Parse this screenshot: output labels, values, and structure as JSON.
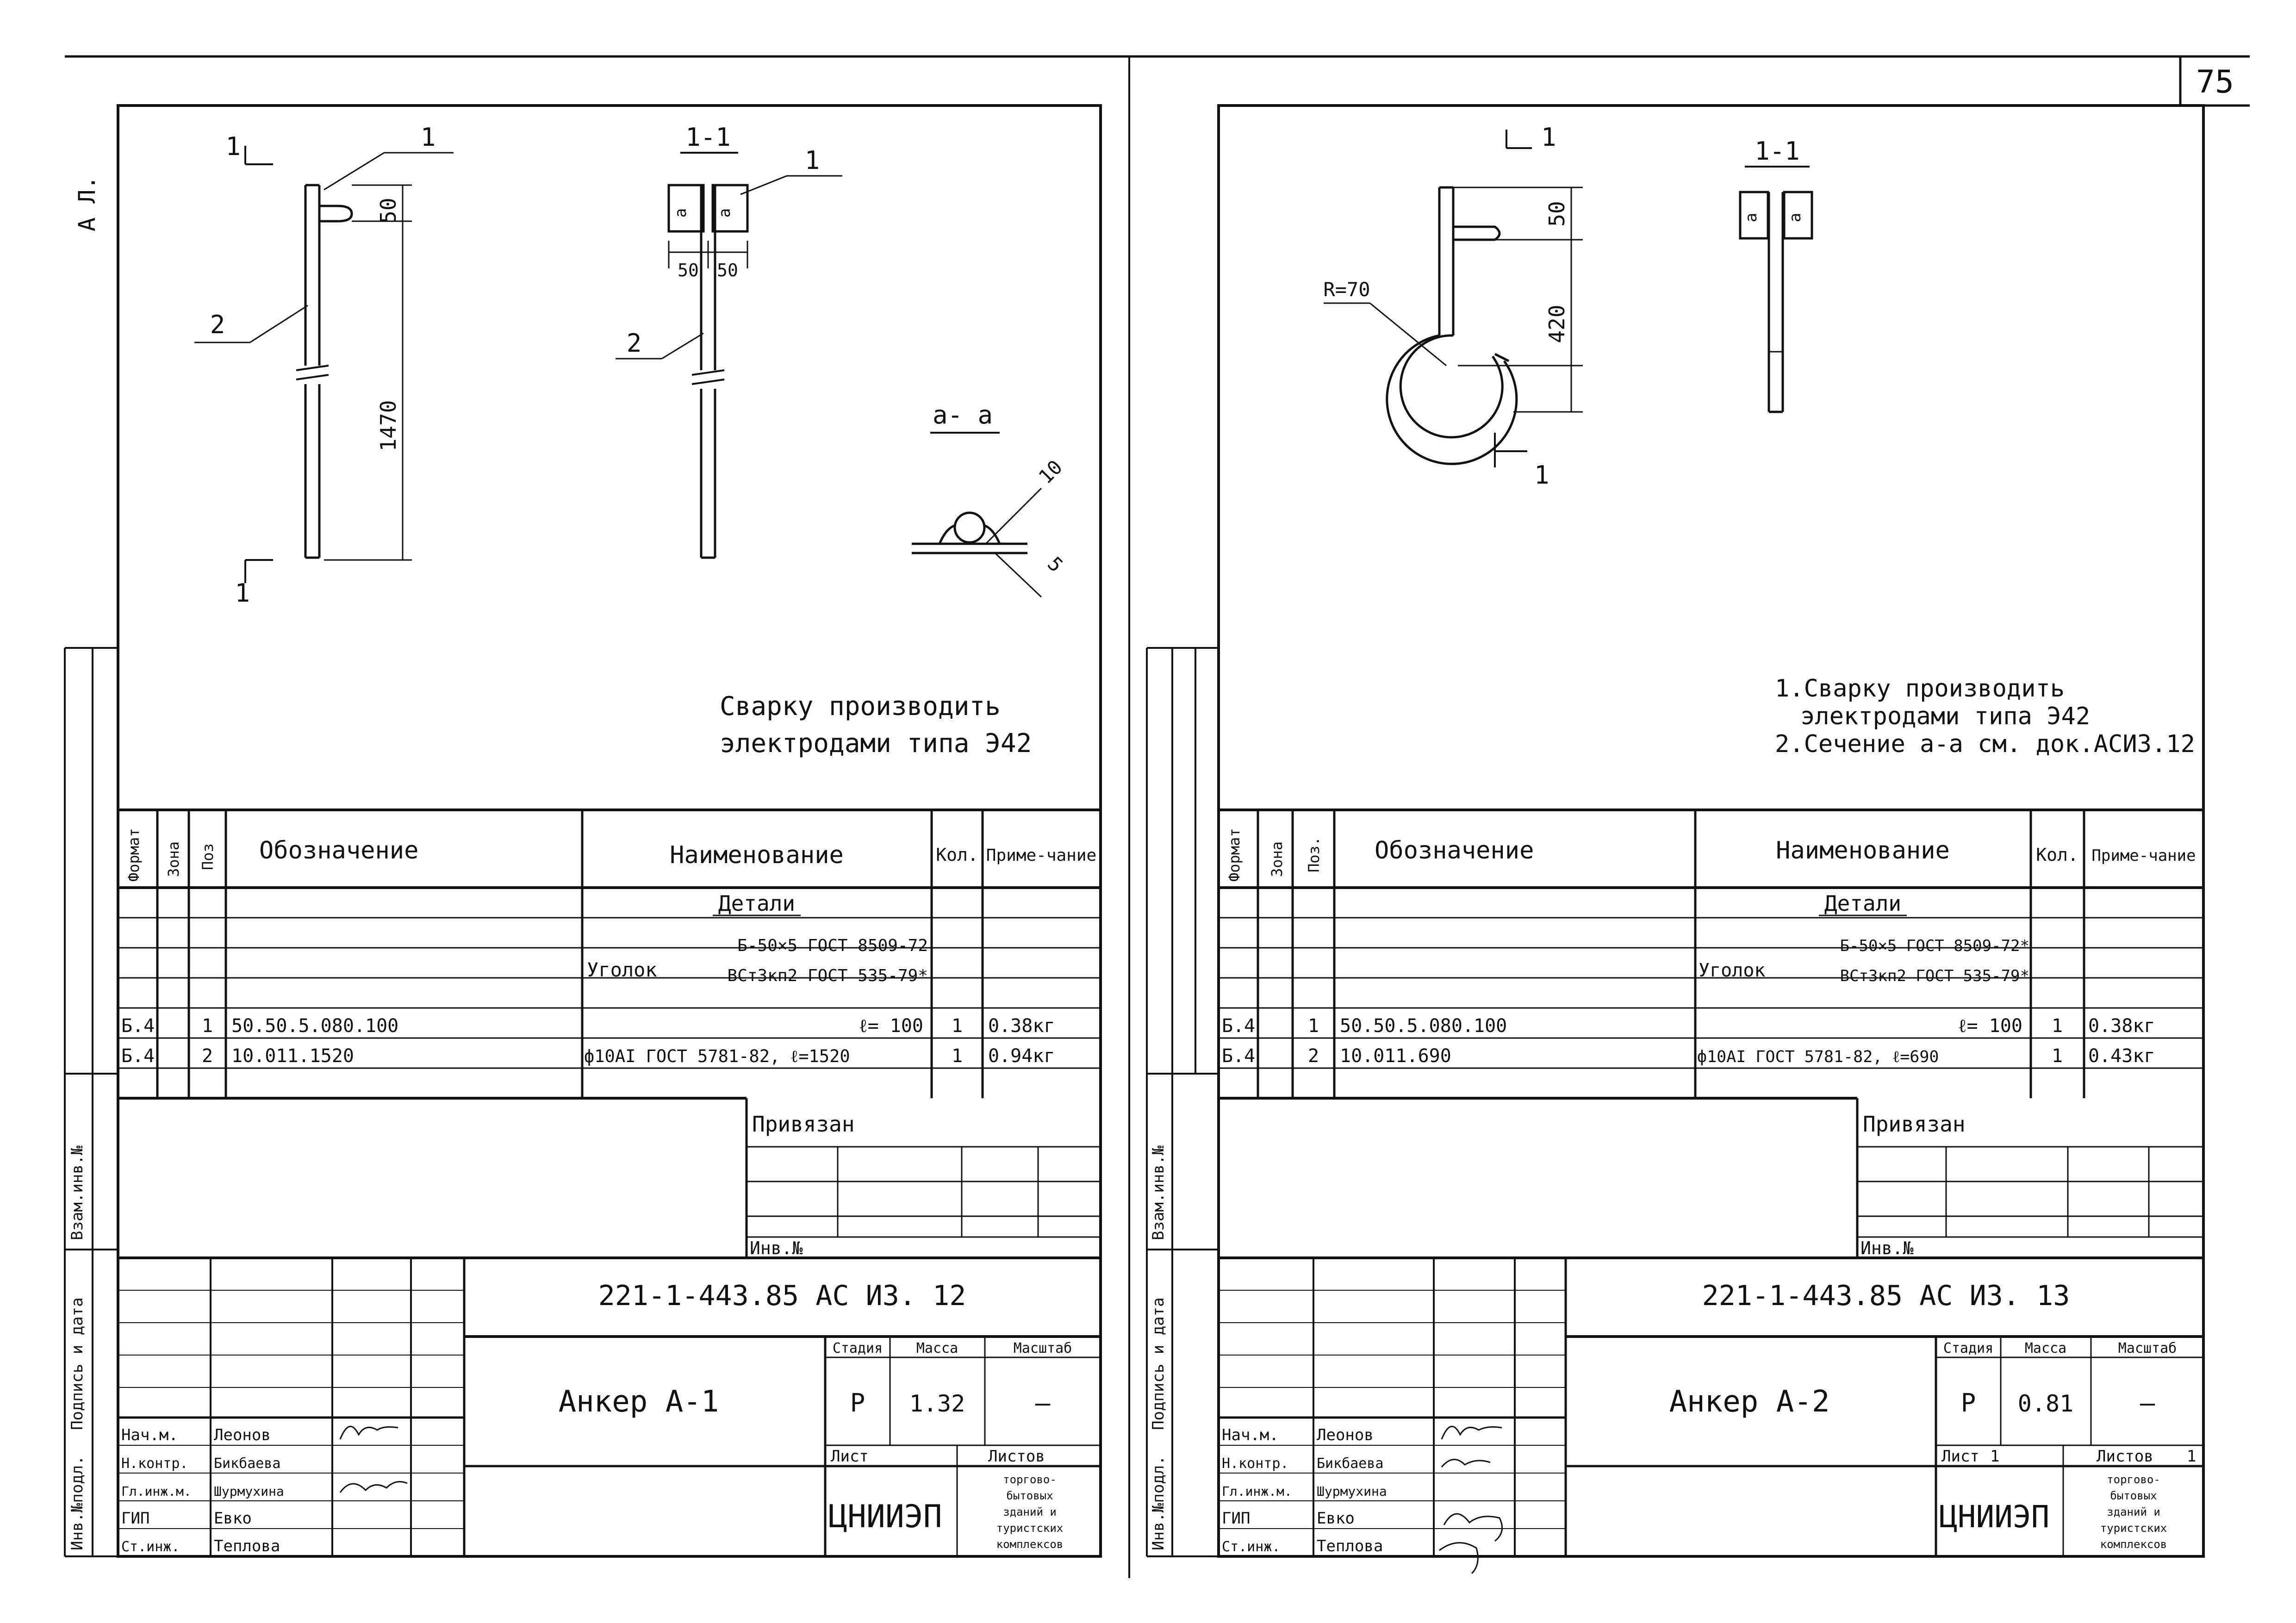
{
  "page_number": "75",
  "sheets": [
    {
      "id": "left",
      "corner_mark": "А Л.",
      "drawing": {
        "view_label": "1-1",
        "section_label": "а- а",
        "cut_mark": "1",
        "weld_label": "а",
        "callouts": [
          "1",
          "2"
        ],
        "dims": {
          "top": "50",
          "length": "1470",
          "w1": "50",
          "w2": "50",
          "weld_leg": "10",
          "weld_gap": "5"
        }
      },
      "notes": [
        "Сварку производить",
        "электродами типа Э42"
      ],
      "spec": {
        "headers": {
          "format": "Формат",
          "zone": "Зона",
          "pos": "Поз",
          "designation": "Обозначение",
          "name": "Наименование",
          "qty": "Кол.",
          "note": "Приме-чание"
        },
        "section": "Детали",
        "angle_label": "Уголок",
        "angle_line1": "Б-50×5 ГОСТ 8509-72",
        "angle_line2": "ВСт3кп2 ГОСТ 535-79*",
        "rows": [
          {
            "format": "Б.4",
            "pos": "1",
            "designation": "50.50.5.080.100",
            "name": "ℓ= 100",
            "qty": "1",
            "note": "0.38кг"
          },
          {
            "format": "Б.4",
            "pos": "2",
            "designation": "10.011.1520",
            "name": "ф10АI ГОСТ 5781-82, ℓ=1520",
            "qty": "1",
            "note": "0.94кг"
          }
        ]
      },
      "bound": {
        "title": "Привязан",
        "inv": "Инв.№"
      },
      "side_labels": [
        "Инв.№подл.",
        "Подпись и дата",
        "Взам.инв.№"
      ],
      "title_block": {
        "code": "221-1-443.85 АС ИЗ. 12",
        "title": "Анкер А-1",
        "stage_h": "Стадия",
        "mass_h": "Масса",
        "scale_h": "Масштаб",
        "stage": "Р",
        "mass": "1.32",
        "scale": "—",
        "sheet_h": "Лист",
        "sheets_h": "Листов",
        "sheet": "",
        "sheets": "",
        "org": "ЦНИИЭП",
        "org_sub": [
          "торгово-",
          "бытовых",
          "зданий и",
          "туристских",
          "комплексов"
        ],
        "people": [
          {
            "role": "Нач.м.",
            "name": "Леонов"
          },
          {
            "role": "Н.контр.",
            "name": "Бикбаева"
          },
          {
            "role": "Гл.инж.м.",
            "name": "Шурмухина"
          },
          {
            "role": "ГИП",
            "name": "Евко"
          },
          {
            "role": "Ст.инж.",
            "name": "Теплова"
          }
        ]
      }
    },
    {
      "id": "right",
      "drawing": {
        "view_label": "1-1",
        "cut_mark": "1",
        "weld_label": "а",
        "radius": "R=70",
        "dims": {
          "top": "50",
          "length": "420"
        }
      },
      "notes": [
        "1.Сварку производить",
        "электродами типа Э42",
        "2.Сечение а-а см. док.АСИЗ.12"
      ],
      "spec": {
        "headers": {
          "format": "Формат",
          "zone": "Зона",
          "pos": "Поз.",
          "designation": "Обозначение",
          "name": "Наименование",
          "qty": "Кол.",
          "note": "Приме-чание"
        },
        "section": "Детали",
        "angle_label": "Уголок",
        "angle_line1": "Б-50×5 ГОСТ 8509-72*",
        "angle_line2": "ВСт3кп2 ГОСТ 535-79*",
        "rows": [
          {
            "format": "Б.4",
            "pos": "1",
            "designation": "50.50.5.080.100",
            "name": "ℓ= 100",
            "qty": "1",
            "note": "0.38кг"
          },
          {
            "format": "Б.4",
            "pos": "2",
            "designation": "10.011.690",
            "name": "ф10АI ГОСТ 5781-82, ℓ=690",
            "qty": "1",
            "note": "0.43кг"
          }
        ]
      },
      "bound": {
        "title": "Привязан",
        "inv": "Инв.№"
      },
      "side_labels": [
        "Инв.№подл.",
        "Подпись и дата",
        "Взам.инв.№"
      ],
      "title_block": {
        "code": "221-1-443.85 АС ИЗ. 13",
        "title": "Анкер А-2",
        "stage_h": "Стадия",
        "mass_h": "Масса",
        "scale_h": "Масштаб",
        "stage": "Р",
        "mass": "0.81",
        "scale": "—",
        "sheet_h": "Лист",
        "sheets_h": "Листов",
        "sheet": "1",
        "sheets": "1",
        "org": "ЦНИИЭП",
        "org_sub": [
          "торгово-",
          "бытовых",
          "зданий и",
          "туристских",
          "комплексов"
        ],
        "people": [
          {
            "role": "Нач.м.",
            "name": "Леонов"
          },
          {
            "role": "Н.контр.",
            "name": "Бикбаева"
          },
          {
            "role": "Гл.инж.м.",
            "name": "Шурмухина"
          },
          {
            "role": "ГИП",
            "name": "Евко"
          },
          {
            "role": "Ст.инж.",
            "name": "Теплова"
          }
        ]
      }
    }
  ]
}
